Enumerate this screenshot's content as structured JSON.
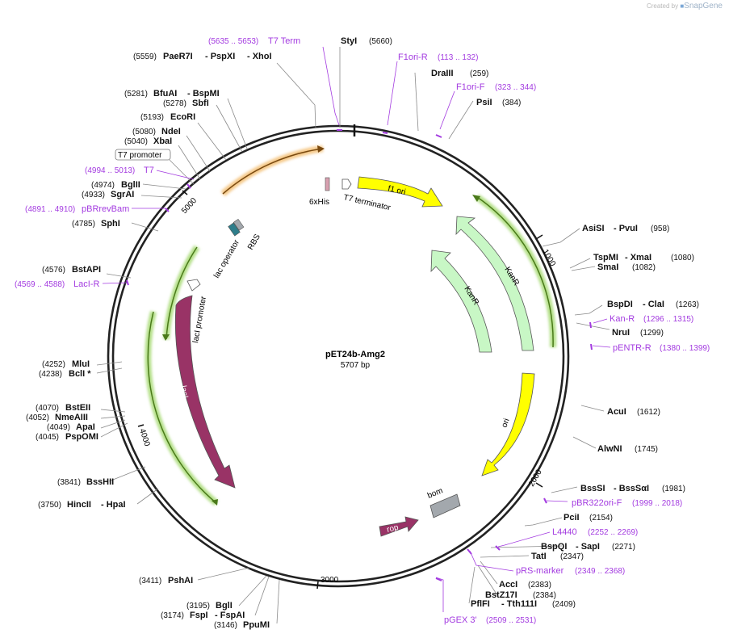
{
  "watermark": {
    "created": "Created by",
    "brand": "SnapGene"
  },
  "plasmid": {
    "name": "pET24b-Amg2",
    "size": "5707 bp"
  },
  "ticks": [
    "1000",
    "2000",
    "3000",
    "4000",
    "5000"
  ],
  "features": {
    "f1ori": "f1 ori",
    "kanr_outer": "KanR",
    "kanr_inner": "KanR",
    "ori": "ori",
    "rop": "rop",
    "bom": "bom",
    "laci": "lacI",
    "laci_promoter": "lacI promoter",
    "lac_operator": "lac operator",
    "rbs": "RBS",
    "his": "6xHis",
    "t7term": "T7 terminator"
  },
  "sites": {
    "styi": {
      "name": "StyI",
      "pos": "(5660)"
    },
    "paer7i": {
      "name": "PaeR7I",
      "name2": "- PspXI",
      "name3": "- XhoI",
      "pos": "(5559)"
    },
    "bfuai": {
      "name": "BfuAI",
      "name2": "- BspMI",
      "pos": "(5281)"
    },
    "sbfi": {
      "name": "SbfI",
      "pos": "(5278)"
    },
    "ecori": {
      "name": "EcoRI",
      "pos": "(5193)"
    },
    "ndei": {
      "name": "NdeI",
      "pos": "(5080)"
    },
    "xbai": {
      "name": "XbaI",
      "pos": "(5040)"
    },
    "t7prom": {
      "name": "T7 promoter"
    },
    "bglii": {
      "name": "BglII",
      "pos": "(4974)"
    },
    "sgrai": {
      "name": "SgrAI",
      "pos": "(4933)"
    },
    "sphi": {
      "name": "SphI",
      "pos": "(4785)"
    },
    "bstapi": {
      "name": "BstAPI",
      "pos": "(4576)"
    },
    "mlui": {
      "name": "MluI",
      "pos": "(4252)"
    },
    "bcli": {
      "name": "BclI *",
      "pos": "(4238)"
    },
    "bsteii": {
      "name": "BstEII",
      "pos": "(4070)"
    },
    "nmeaiii": {
      "name": "NmeAIII",
      "pos": "(4052)"
    },
    "apai": {
      "name": "ApaI",
      "pos": "(4049)"
    },
    "psppomi": {
      "name": "PspOMI",
      "pos": "(4045)"
    },
    "bsshii": {
      "name": "BssHII",
      "pos": "(3841)"
    },
    "hincii": {
      "name": "HincII",
      "name2": "- HpaI",
      "pos": "(3750)"
    },
    "pshai": {
      "name": "PshAI",
      "pos": "(3411)"
    },
    "bgli": {
      "name": "BglI",
      "pos": "(3195)"
    },
    "fspi": {
      "name": "FspI",
      "name2": "- FspAI",
      "pos": "(3174)"
    },
    "ppumi": {
      "name": "PpuMI",
      "pos": "(3146)"
    },
    "draiii": {
      "name": "DraIII",
      "pos": "(259)"
    },
    "psii": {
      "name": "PsiI",
      "pos": "(384)"
    },
    "asisi": {
      "name": "AsiSI",
      "name2": "- PvuI",
      "pos": "(958)"
    },
    "tspmi": {
      "name": "TspMI",
      "name2": "- XmaI",
      "pos": "(1080)"
    },
    "smai": {
      "name": "SmaI",
      "pos": "(1082)"
    },
    "bspdi": {
      "name": "BspDI",
      "name2": "- ClaI",
      "pos": "(1263)"
    },
    "nrui": {
      "name": "NruI",
      "pos": "(1299)"
    },
    "acui": {
      "name": "AcuI",
      "pos": "(1612)"
    },
    "alwni": {
      "name": "AlwNI",
      "pos": "(1745)"
    },
    "bsssi": {
      "name": "BssSI",
      "name2": "- BssSαI",
      "pos": "(1981)"
    },
    "pcii": {
      "name": "PciI",
      "pos": "(2154)"
    },
    "bspqi": {
      "name": "BspQI",
      "name2": "- SapI",
      "pos": "(2271)"
    },
    "tati": {
      "name": "TatI",
      "pos": "(2347)"
    },
    "acci": {
      "name": "AccI",
      "pos": "(2383)"
    },
    "bstz17i": {
      "name": "BstZ17I",
      "pos": "(2384)"
    },
    "pflfi": {
      "name": "PflFI",
      "name2": "- Tth111I",
      "pos": "(2409)"
    }
  },
  "primers": {
    "t7term": {
      "name": "T7 Term",
      "pos": "(5635 .. 5653)"
    },
    "f1orir": {
      "name": "F1ori-R",
      "pos": "(113 .. 132)"
    },
    "f1orif": {
      "name": "F1ori-F",
      "pos": "(323 .. 344)"
    },
    "t7": {
      "name": "T7",
      "pos": "(4994 .. 5013)"
    },
    "pbrrevbam": {
      "name": "pBRrevBam",
      "pos": "(4891 .. 4910)"
    },
    "lacir": {
      "name": "LacI-R",
      "pos": "(4569 .. 4588)"
    },
    "kanr": {
      "name": "Kan-R",
      "pos": "(1296 .. 1315)"
    },
    "pentrr": {
      "name": "pENTR-R",
      "pos": "(1380 .. 1399)"
    },
    "pbr322": {
      "name": "pBR322ori-F",
      "pos": "(1999 .. 2018)"
    },
    "l4440": {
      "name": "L4440",
      "pos": "(2252 .. 2269)"
    },
    "prs": {
      "name": "pRS-marker",
      "pos": "(2349 .. 2368)"
    },
    "pgex": {
      "name": "pGEX 3'",
      "pos": "(2509 .. 2531)"
    }
  },
  "colors": {
    "f1ori": "#ffff00",
    "kanr": "#c8f7c5",
    "ori": "#ffff00",
    "laci": "#993366",
    "rop": "#993366",
    "bom": "#a3a8ad",
    "primer": "#a33be0",
    "glow_green": "#b5e08a",
    "glow_orange": "#f5c98a"
  }
}
